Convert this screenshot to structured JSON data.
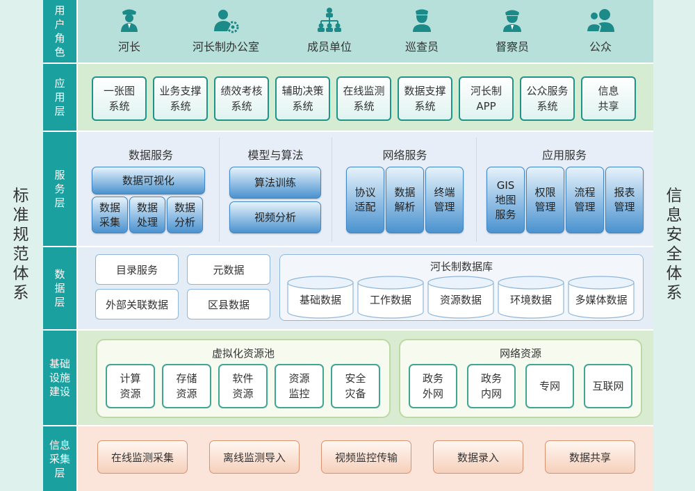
{
  "left_side_label": "标准规范体系",
  "right_side_label": "信息安全体系",
  "colors": {
    "teal_label": "#1ba0a0",
    "roles_bg": "#b6e0d9",
    "app_bg": "#d5ebd2",
    "service_bg": "#e8eef7",
    "data_bg": "#e4ecf6",
    "infra_bg": "#d9ecd2",
    "collect_bg": "#fbe5db",
    "side_bg": "#dff1ec"
  },
  "layers": {
    "roles": {
      "label": "用户角色",
      "items": [
        {
          "label": "河长",
          "icon": "officer-icon"
        },
        {
          "label": "河长制办公室",
          "icon": "admin-gear-icon"
        },
        {
          "label": "成员单位",
          "icon": "organization-icon"
        },
        {
          "label": "巡查员",
          "icon": "inspector-icon"
        },
        {
          "label": "督察员",
          "icon": "supervisor-icon"
        },
        {
          "label": "公众",
          "icon": "public-people-icon"
        }
      ]
    },
    "application": {
      "label": "应用层",
      "items": [
        {
          "line1": "一张图",
          "line2": "系统"
        },
        {
          "line1": "业务支撑",
          "line2": "系统"
        },
        {
          "line1": "绩效考核",
          "line2": "系统"
        },
        {
          "line1": "辅助决策",
          "line2": "系统"
        },
        {
          "line1": "在线监测",
          "line2": "系统"
        },
        {
          "line1": "数据支撑",
          "line2": "系统"
        },
        {
          "line1": "河长制",
          "line2": "APP"
        },
        {
          "line1": "公众服务",
          "line2": "系统"
        },
        {
          "line1": "信息",
          "line2": "共享"
        }
      ]
    },
    "service": {
      "label": "服务层",
      "data_service": {
        "title": "数据服务",
        "main": "数据可视化",
        "subs": [
          {
            "line1": "数据",
            "line2": "采集"
          },
          {
            "line1": "数据",
            "line2": "处理"
          },
          {
            "line1": "数据",
            "line2": "分析"
          }
        ]
      },
      "model": {
        "title": "模型与算法",
        "items": [
          "算法训练",
          "视频分析"
        ]
      },
      "network": {
        "title": "网络服务",
        "items": [
          {
            "line1": "协议",
            "line2": "适配"
          },
          {
            "line1": "数据",
            "line2": "解析"
          },
          {
            "line1": "终端",
            "line2": "管理"
          }
        ]
      },
      "app_service": {
        "title": "应用服务",
        "items": [
          {
            "line1": "GIS",
            "line2": "地图",
            "line3": "服务"
          },
          {
            "line1": "权限",
            "line2": "管理"
          },
          {
            "line1": "流程",
            "line2": "管理"
          },
          {
            "line1": "报表",
            "line2": "管理"
          }
        ]
      }
    },
    "data": {
      "label": "数据层",
      "boxes": [
        "目录服务",
        "元数据",
        "外部关联数据",
        "区县数据"
      ],
      "database": {
        "title": "河长制数据库",
        "items": [
          "基础数据",
          "工作数据",
          "资源数据",
          "环境数据",
          "多媒体数据"
        ]
      }
    },
    "infrastructure": {
      "label": "基础设施建设",
      "virtual": {
        "title": "虚拟化资源池",
        "items": [
          {
            "line1": "计算",
            "line2": "资源"
          },
          {
            "line1": "存储",
            "line2": "资源"
          },
          {
            "line1": "软件",
            "line2": "资源"
          },
          {
            "line1": "资源",
            "line2": "监控"
          },
          {
            "line1": "安全",
            "line2": "灾备"
          }
        ]
      },
      "network": {
        "title": "网络资源",
        "items": [
          {
            "line1": "政务",
            "line2": "外网"
          },
          {
            "line1": "政务",
            "line2": "内网"
          },
          {
            "line1": "专网",
            "line2": ""
          },
          {
            "line1": "互联网",
            "line2": ""
          }
        ]
      }
    },
    "collection": {
      "label": "信息采集层",
      "items": [
        "在线监测采集",
        "离线监测导入",
        "视频监控传输",
        "数据录入",
        "数据共享"
      ]
    }
  }
}
